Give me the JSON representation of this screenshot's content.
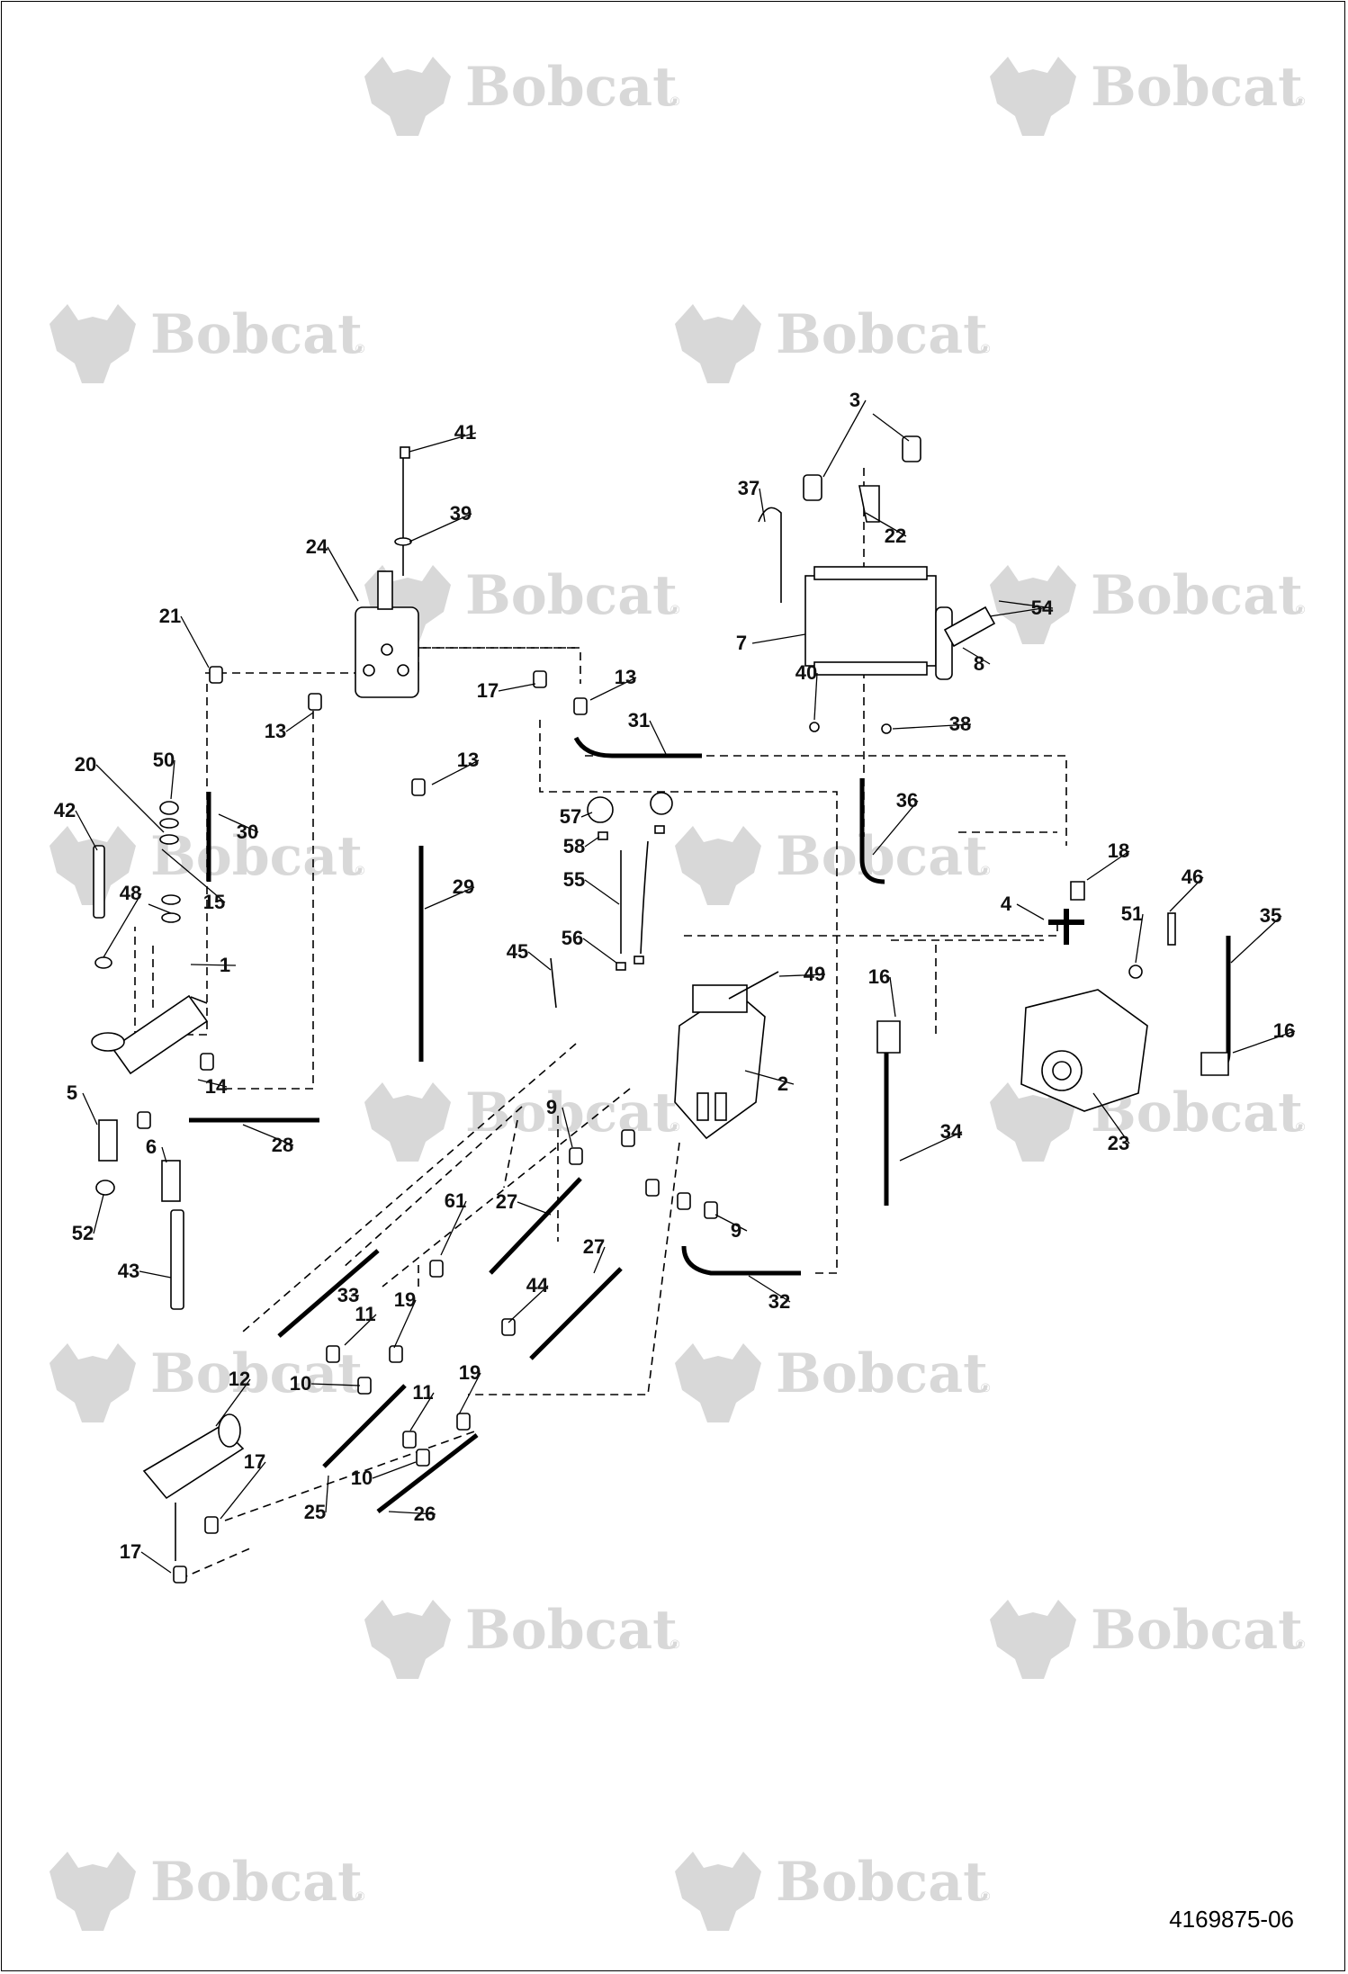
{
  "document": {
    "drawing_number": "4169875-06",
    "watermark_brand": "Bobcat",
    "watermark_reg": "®",
    "line_color": "#000000",
    "watermark_color": "#d8d8d8"
  },
  "callouts": [
    {
      "id": "c1",
      "label": "1"
    },
    {
      "id": "c2",
      "label": "2"
    },
    {
      "id": "c3",
      "label": "3"
    },
    {
      "id": "c4",
      "label": "4"
    },
    {
      "id": "c5",
      "label": "5"
    },
    {
      "id": "c6",
      "label": "6"
    },
    {
      "id": "c7",
      "label": "7"
    },
    {
      "id": "c8",
      "label": "8"
    },
    {
      "id": "c9a",
      "label": "9"
    },
    {
      "id": "c9b",
      "label": "9"
    },
    {
      "id": "c10a",
      "label": "10"
    },
    {
      "id": "c10b",
      "label": "10"
    },
    {
      "id": "c11a",
      "label": "11"
    },
    {
      "id": "c11b",
      "label": "11"
    },
    {
      "id": "c12",
      "label": "12"
    },
    {
      "id": "c13a",
      "label": "13"
    },
    {
      "id": "c13b",
      "label": "13"
    },
    {
      "id": "c13c",
      "label": "13"
    },
    {
      "id": "c14",
      "label": "14"
    },
    {
      "id": "c15",
      "label": "15"
    },
    {
      "id": "c16a",
      "label": "16"
    },
    {
      "id": "c16b",
      "label": "16"
    },
    {
      "id": "c17a",
      "label": "17"
    },
    {
      "id": "c17b",
      "label": "17"
    },
    {
      "id": "c17c",
      "label": "17"
    },
    {
      "id": "c18",
      "label": "18"
    },
    {
      "id": "c19a",
      "label": "19"
    },
    {
      "id": "c19b",
      "label": "19"
    },
    {
      "id": "c20",
      "label": "20"
    },
    {
      "id": "c21",
      "label": "21"
    },
    {
      "id": "c22",
      "label": "22"
    },
    {
      "id": "c23",
      "label": "23"
    },
    {
      "id": "c24",
      "label": "24"
    },
    {
      "id": "c25",
      "label": "25"
    },
    {
      "id": "c26",
      "label": "26"
    },
    {
      "id": "c27a",
      "label": "27"
    },
    {
      "id": "c27b",
      "label": "27"
    },
    {
      "id": "c28",
      "label": "28"
    },
    {
      "id": "c29",
      "label": "29"
    },
    {
      "id": "c30",
      "label": "30"
    },
    {
      "id": "c31",
      "label": "31"
    },
    {
      "id": "c32",
      "label": "32"
    },
    {
      "id": "c33",
      "label": "33"
    },
    {
      "id": "c34",
      "label": "34"
    },
    {
      "id": "c35",
      "label": "35"
    },
    {
      "id": "c36",
      "label": "36"
    },
    {
      "id": "c37",
      "label": "37"
    },
    {
      "id": "c38",
      "label": "38"
    },
    {
      "id": "c39",
      "label": "39"
    },
    {
      "id": "c40",
      "label": "40"
    },
    {
      "id": "c41",
      "label": "41"
    },
    {
      "id": "c42",
      "label": "42"
    },
    {
      "id": "c43",
      "label": "43"
    },
    {
      "id": "c44",
      "label": "44"
    },
    {
      "id": "c45",
      "label": "45"
    },
    {
      "id": "c46",
      "label": "46"
    },
    {
      "id": "c48",
      "label": "48"
    },
    {
      "id": "c49",
      "label": "49"
    },
    {
      "id": "c50",
      "label": "50"
    },
    {
      "id": "c51",
      "label": "51"
    },
    {
      "id": "c52",
      "label": "52"
    },
    {
      "id": "c54",
      "label": "54"
    },
    {
      "id": "c55",
      "label": "55"
    },
    {
      "id": "c56",
      "label": "56"
    },
    {
      "id": "c57",
      "label": "57"
    },
    {
      "id": "c58",
      "label": "58"
    },
    {
      "id": "c61",
      "label": "61"
    }
  ]
}
